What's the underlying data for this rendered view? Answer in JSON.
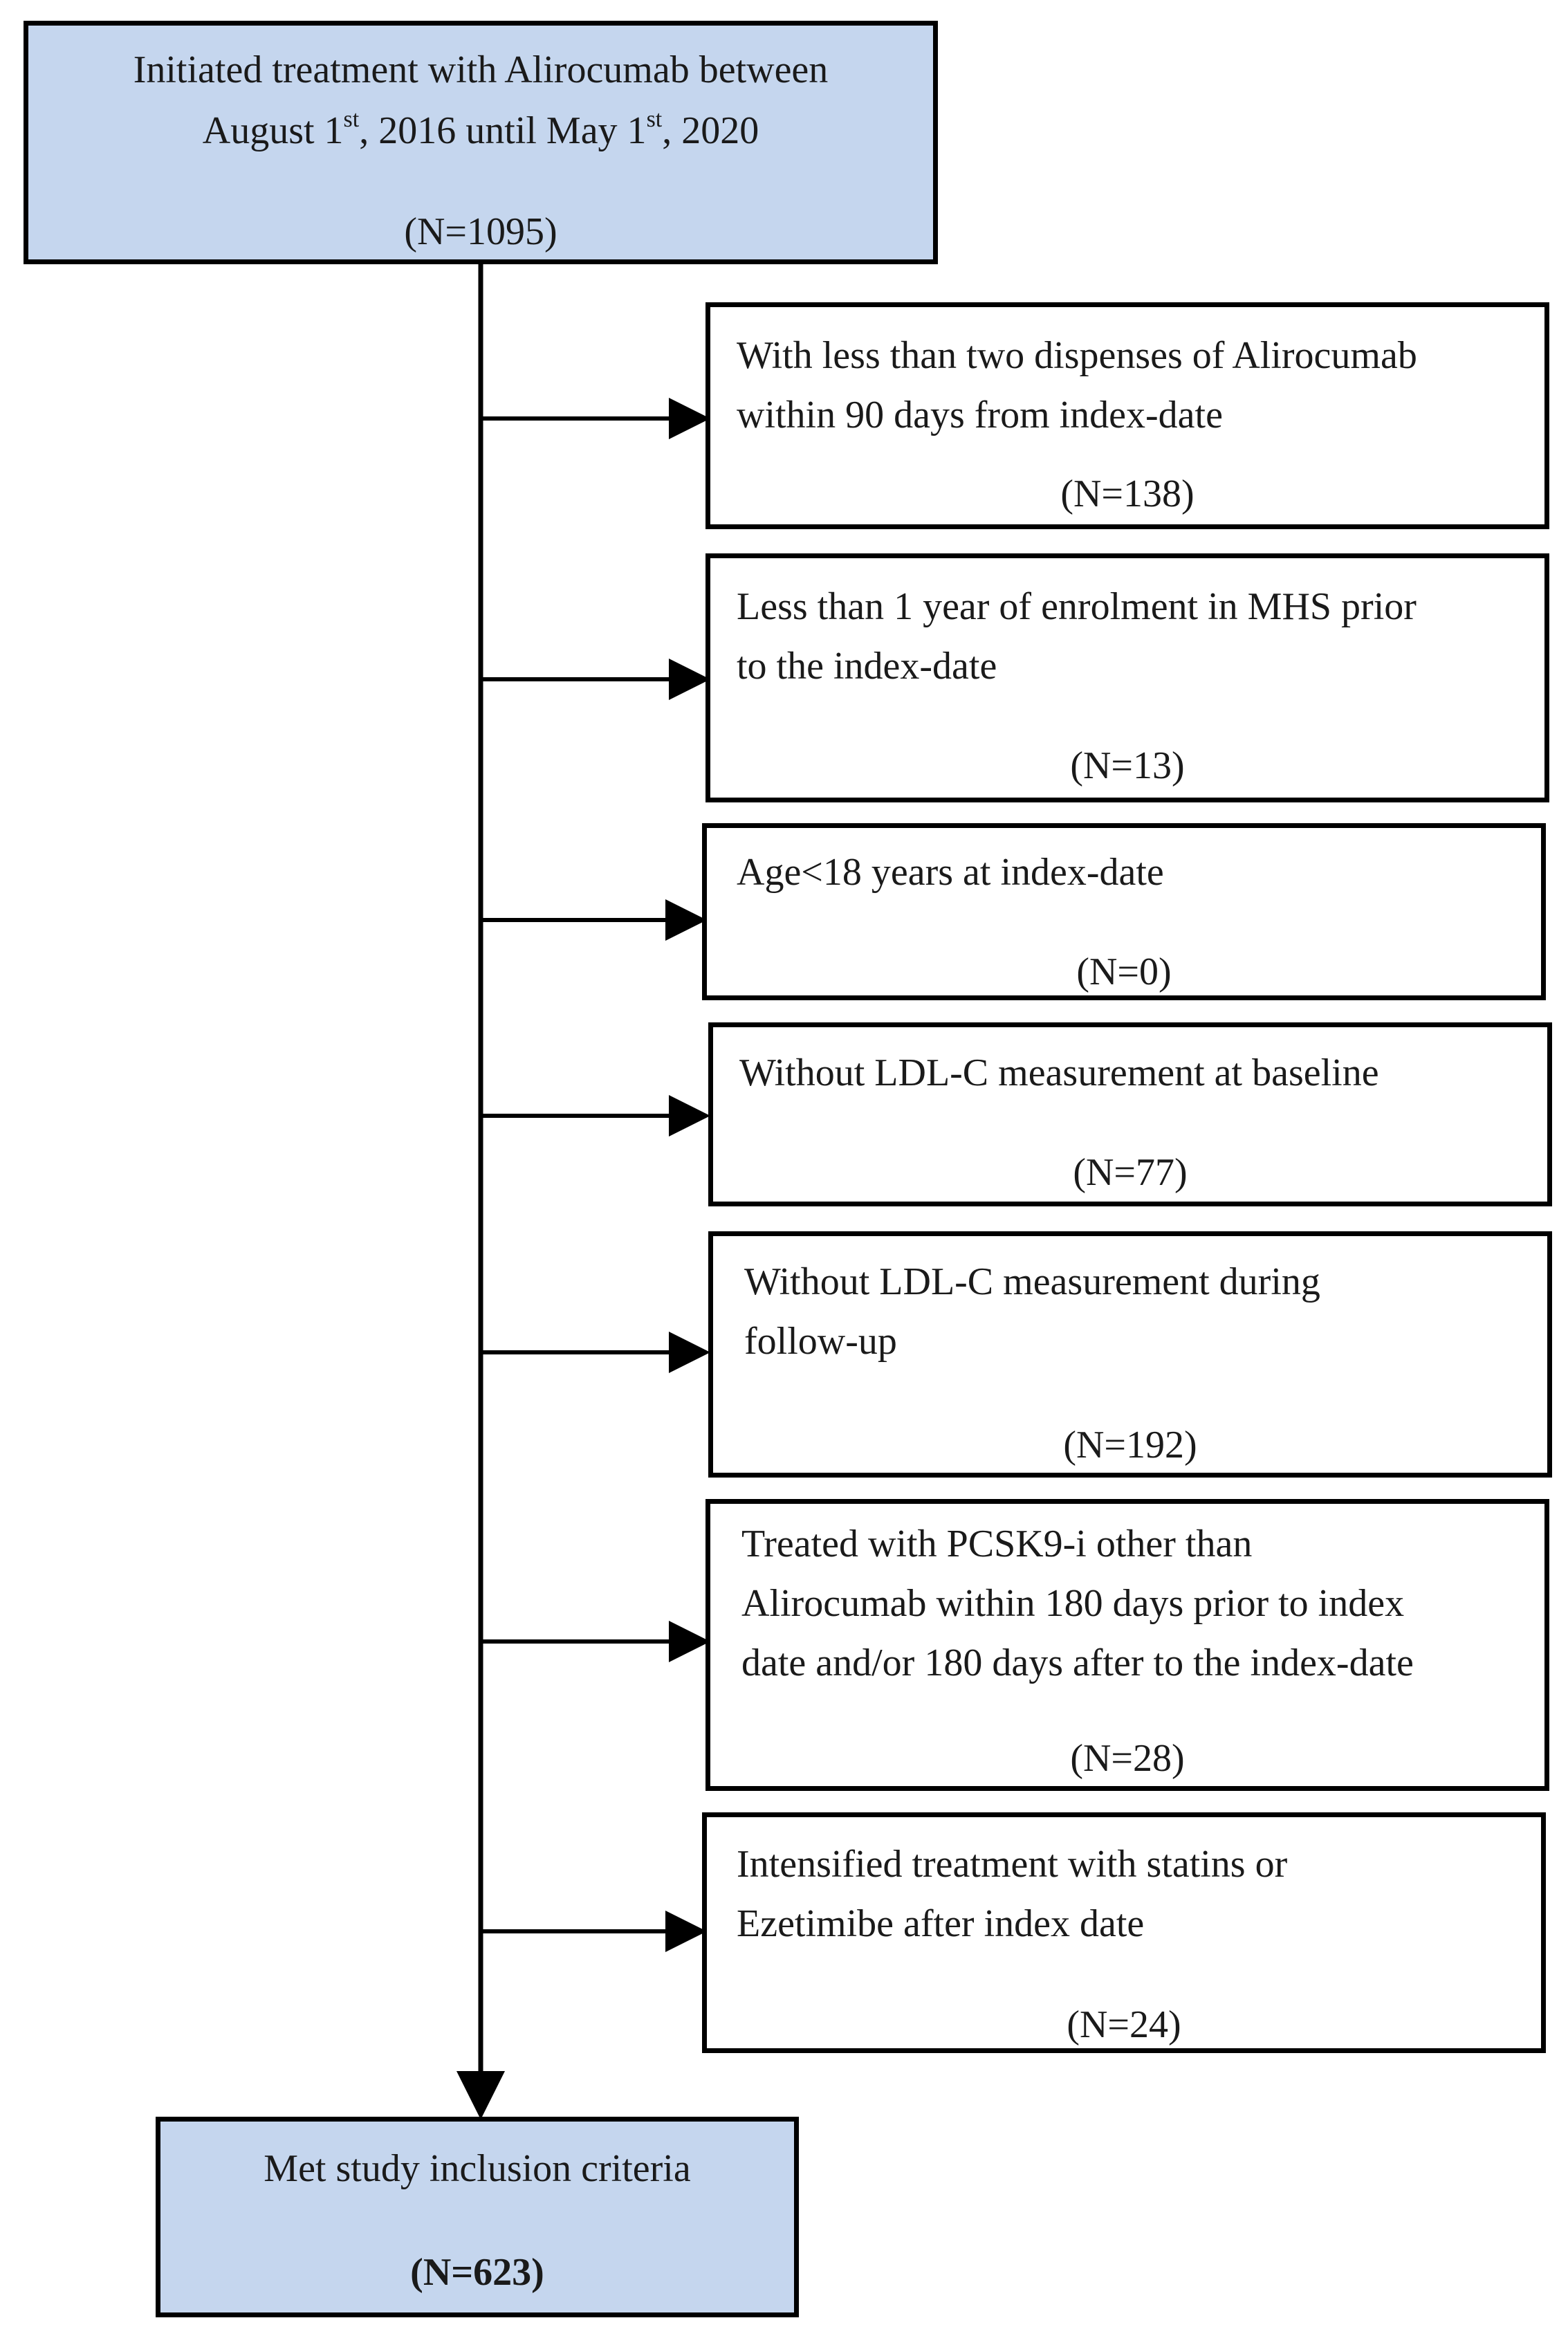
{
  "start": {
    "line1": "Initiated treatment with Alirocumab between",
    "line2_pre": "August 1",
    "line2_sup1": "st",
    "line2_mid": ", 2016 until May 1",
    "line2_sup2": "st",
    "line2_post": ", 2020",
    "count": "(N=1095)"
  },
  "exclusions": [
    {
      "lines": [
        "With less than two dispenses of Alirocumab",
        "within 90 days from index-date"
      ],
      "count": "(N=138)"
    },
    {
      "lines": [
        "Less than 1 year of enrolment in MHS prior",
        "to the index-date"
      ],
      "count": "(N=13)"
    },
    {
      "lines": [
        "Age<18 years at index-date"
      ],
      "count": "(N=0)"
    },
    {
      "lines": [
        "Without LDL-C measurement at baseline"
      ],
      "count": "(N=77)"
    },
    {
      "lines": [
        "Without LDL-C measurement during",
        "follow-up"
      ],
      "count": "(N=192)"
    },
    {
      "lines": [
        "Treated with PCSK9-i other than",
        "Alirocumab within 180 days prior to index",
        "date and/or 180 days after to the index-date"
      ],
      "count": "(N=28)"
    },
    {
      "lines": [
        "Intensified treatment with statins or",
        "Ezetimibe after index date"
      ],
      "count": "(N=24)"
    }
  ],
  "final": {
    "label": "Met study inclusion criteria",
    "count": "(N=623)"
  },
  "colors": {
    "box_fill": "#c5d6ee",
    "line": "#000000"
  }
}
